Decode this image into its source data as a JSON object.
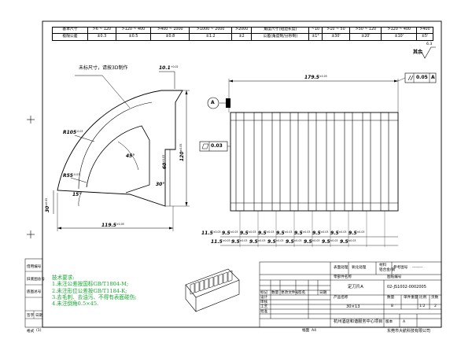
{
  "tolerance_table": {
    "row1_label": "基本尺寸",
    "row2_label": "极限公差",
    "ranges": [
      ">6 ~ 120",
      ">120 ~ 400",
      ">400 ~ 1000",
      ">1000 ~ 2000",
      ">2000",
      "角度尺寸(短边长度)",
      "~10",
      ">10 ~ 50",
      ">50 ~ 120",
      ">120 ~ 400",
      ">400"
    ],
    "tolerances": [
      "±0.3",
      "±0.5",
      "±0.8",
      "±1.2",
      "±2",
      "公差(角度制/分秒制)",
      "±1°",
      "±30'",
      "±20'",
      "±10'",
      "±5'"
    ]
  },
  "surface": {
    "label": "其余",
    "roughness": "6.3"
  },
  "side_labels": [
    "借用编号",
    "旧底图总号",
    "底图总号",
    "签字",
    "日期",
    "格式",
    "(1)"
  ],
  "left_view": {
    "note": "未标尺寸，请按3D制作",
    "top_dim": "10.1",
    "top_dim_tol": [
      "+0.02",
      "-0.02"
    ],
    "r_outer": "R105",
    "r_outer_tol": [
      "-0.03",
      "+0.03"
    ],
    "r_inner": "R55",
    "r_inner_tol": [
      "-0.03",
      "+0.03"
    ],
    "angle_main": "45°",
    "angle_low": "15°",
    "angle_30": "30°",
    "dim_60": "60",
    "dim_60_tol": [
      "+0.03",
      "-0.03"
    ],
    "dim_120": "120",
    "dim_120_tol": "±0.05",
    "dim_30": "30",
    "dim_30_tol": "±0.05",
    "bottom_dim": "119.5",
    "bottom_dim_tol": "±0.05"
  },
  "right_view": {
    "top_dim": "179.5",
    "top_dim_tol": "±0.05",
    "datum": "A",
    "parallel_tol": "0.05",
    "parallel_ref": "A",
    "flatness_tol": "0.03",
    "row1_dims": [
      "11.5",
      "9.5",
      "9.5",
      "9.5",
      "9.5",
      "9.5",
      "9.5",
      "9.5",
      "9.5"
    ],
    "row2_dims": [
      "11.5",
      "9.5",
      "9.5",
      "9.5",
      "9.5",
      "9.5",
      "9.5",
      "9.5"
    ],
    "dim_tol": "±0.03"
  },
  "notes": {
    "title": "技术要求:",
    "lines": [
      "1.未注公差按国标GB/T1804-M;",
      "2.未注形位公差按GB/T1184-K;",
      "3.去毛刺、去油污、不得有表面碰伤;",
      "4.未注倒角0.5×45."
    ]
  },
  "title_block": {
    "process_label": "表面处理",
    "process": "氧化处理",
    "material_label": "材料",
    "material": "铝合金/钢",
    "ref_label": "参考图号",
    "ref_value": "--------",
    "part_name_label": "零部件名称",
    "drawing_no_label": "图纸编号",
    "part_name": "定刀片A",
    "drawing_no": "02-JS1002-0002005",
    "rev_headers": [
      "标记",
      "数量",
      "更改文件号",
      "签名",
      "日期"
    ],
    "qty_label": "数量",
    "qty_value": "8",
    "weight_label": "单件重量",
    "scale_label": "比例",
    "pages_label": "页数",
    "weight_value": "",
    "scale_value": "1:2",
    "pages_value": "2",
    "spec": "30×13",
    "product_label": "产品名称",
    "company": "杭州酒店和谐服务中心项目",
    "version_label": "版本",
    "version": "A",
    "role_labels": [
      "设计",
      "审核",
      "工艺",
      "批准"
    ],
    "maker": "东莞市大航科技有限公司",
    "bottom_label": "幅面",
    "bottom_value": "A4",
    "format_label": "格式(1)"
  }
}
